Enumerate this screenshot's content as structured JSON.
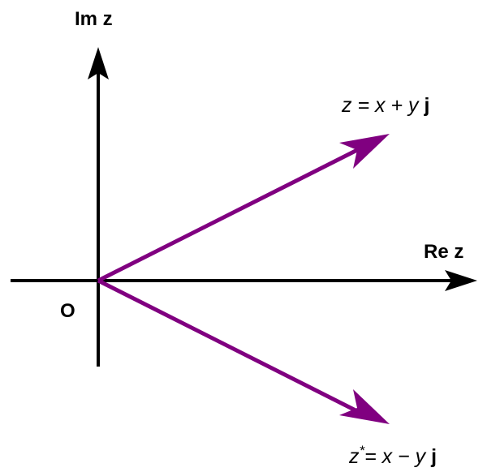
{
  "labels": {
    "imaginary_axis": "Im z",
    "real_axis": "Re z",
    "origin": "O"
  },
  "equations": {
    "z": {
      "lhs": "z",
      "eq": " = ",
      "x": "x",
      "op": " + ",
      "y": "y ",
      "j": "j"
    },
    "conjugate": {
      "lhs": "z",
      "star": "*",
      "eq": "= ",
      "x": "x",
      "op": " − ",
      "y": "y ",
      "j": "j"
    }
  },
  "colors": {
    "vector": "#800080",
    "axis": "#000000"
  }
}
